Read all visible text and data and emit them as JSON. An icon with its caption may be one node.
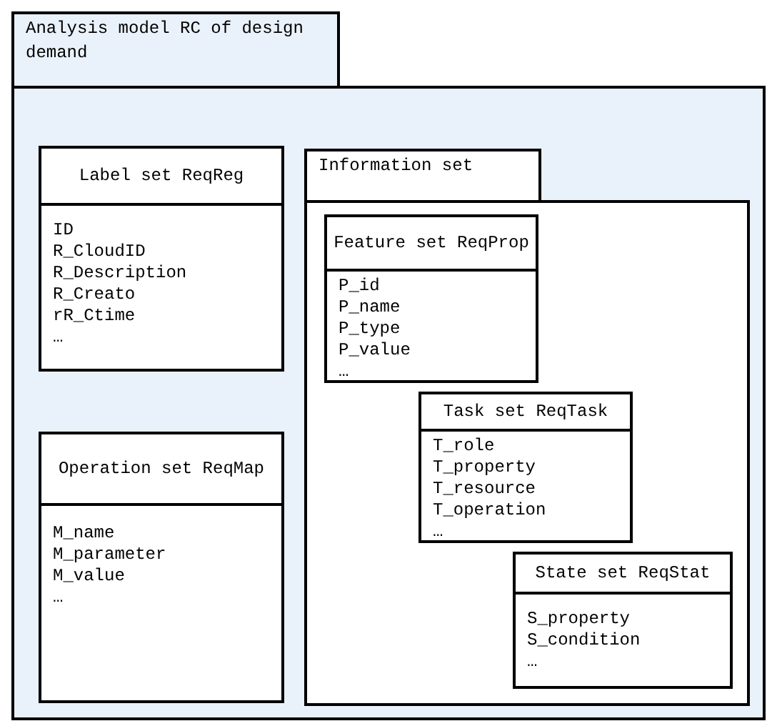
{
  "diagram": {
    "nodes": [
      {
        "text": [
          "Analysis model RC of design demand"
        ]
      },
      {
        "text": [
          "Label set ReqReg",
          "ID",
          "R_CloudID",
          "R_Description",
          "R_Creato",
          "rR_Ctime",
          "…"
        ],
        "in": 0
      },
      {
        "text": [
          "Operation set ReqMap",
          "M_name",
          "M_parameter",
          "M_value",
          "…"
        ],
        "in": 0
      },
      {
        "text": [
          "Information set"
        ],
        "in": 0
      },
      {
        "text": [
          "Feature set ReqProp",
          "P_id",
          "P_name",
          "P_type",
          "P_value",
          "…"
        ],
        "in": 3
      },
      {
        "text": [
          "Task set ReqTask",
          "T_role",
          "T_property",
          "T_resource",
          "T_operation",
          "…"
        ],
        "in": 3
      },
      {
        "text": [
          "State set ReqStat",
          "S_property",
          "S_condition",
          "…"
        ],
        "in": 3
      }
    ]
  }
}
